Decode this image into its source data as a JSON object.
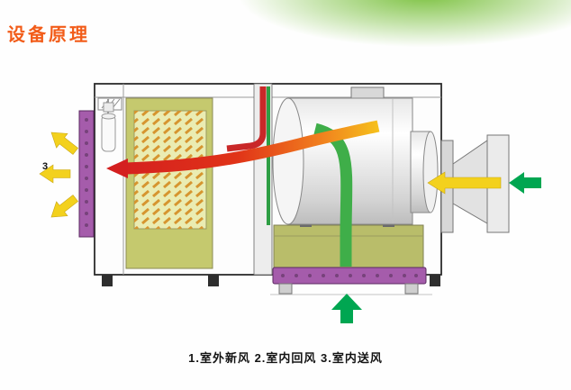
{
  "page": {
    "title": "设备原理",
    "caption": "1.室外新风 2.室内回风 3.室内送风"
  },
  "labels": {
    "supply_air_number": "3"
  },
  "legend": [
    {
      "number": "1",
      "label": "室外新风"
    },
    {
      "number": "2",
      "label": "室内回风"
    },
    {
      "number": "3",
      "label": "室内送风"
    }
  ],
  "colors": {
    "title_orange": "#f25c19",
    "decor_green": "#7dc242",
    "arrow_yellow": "#f3d11d",
    "arrow_red": "#d41f1f",
    "arrow_orange": "#f07b1e",
    "arrow_green": "#3fae49",
    "arrow_dark_green": "#00a651",
    "purple_grille": "#a55cab",
    "olive_panel": "#c5c96e",
    "coil_fill": "#eaecb2",
    "coil_fin": "#d6952f",
    "pipe_red": "#c92828",
    "pipe_green": "#2e9e44",
    "cabinet_fill": "#fdfdfd",
    "cabinet_stroke": "#2b2b2b"
  }
}
